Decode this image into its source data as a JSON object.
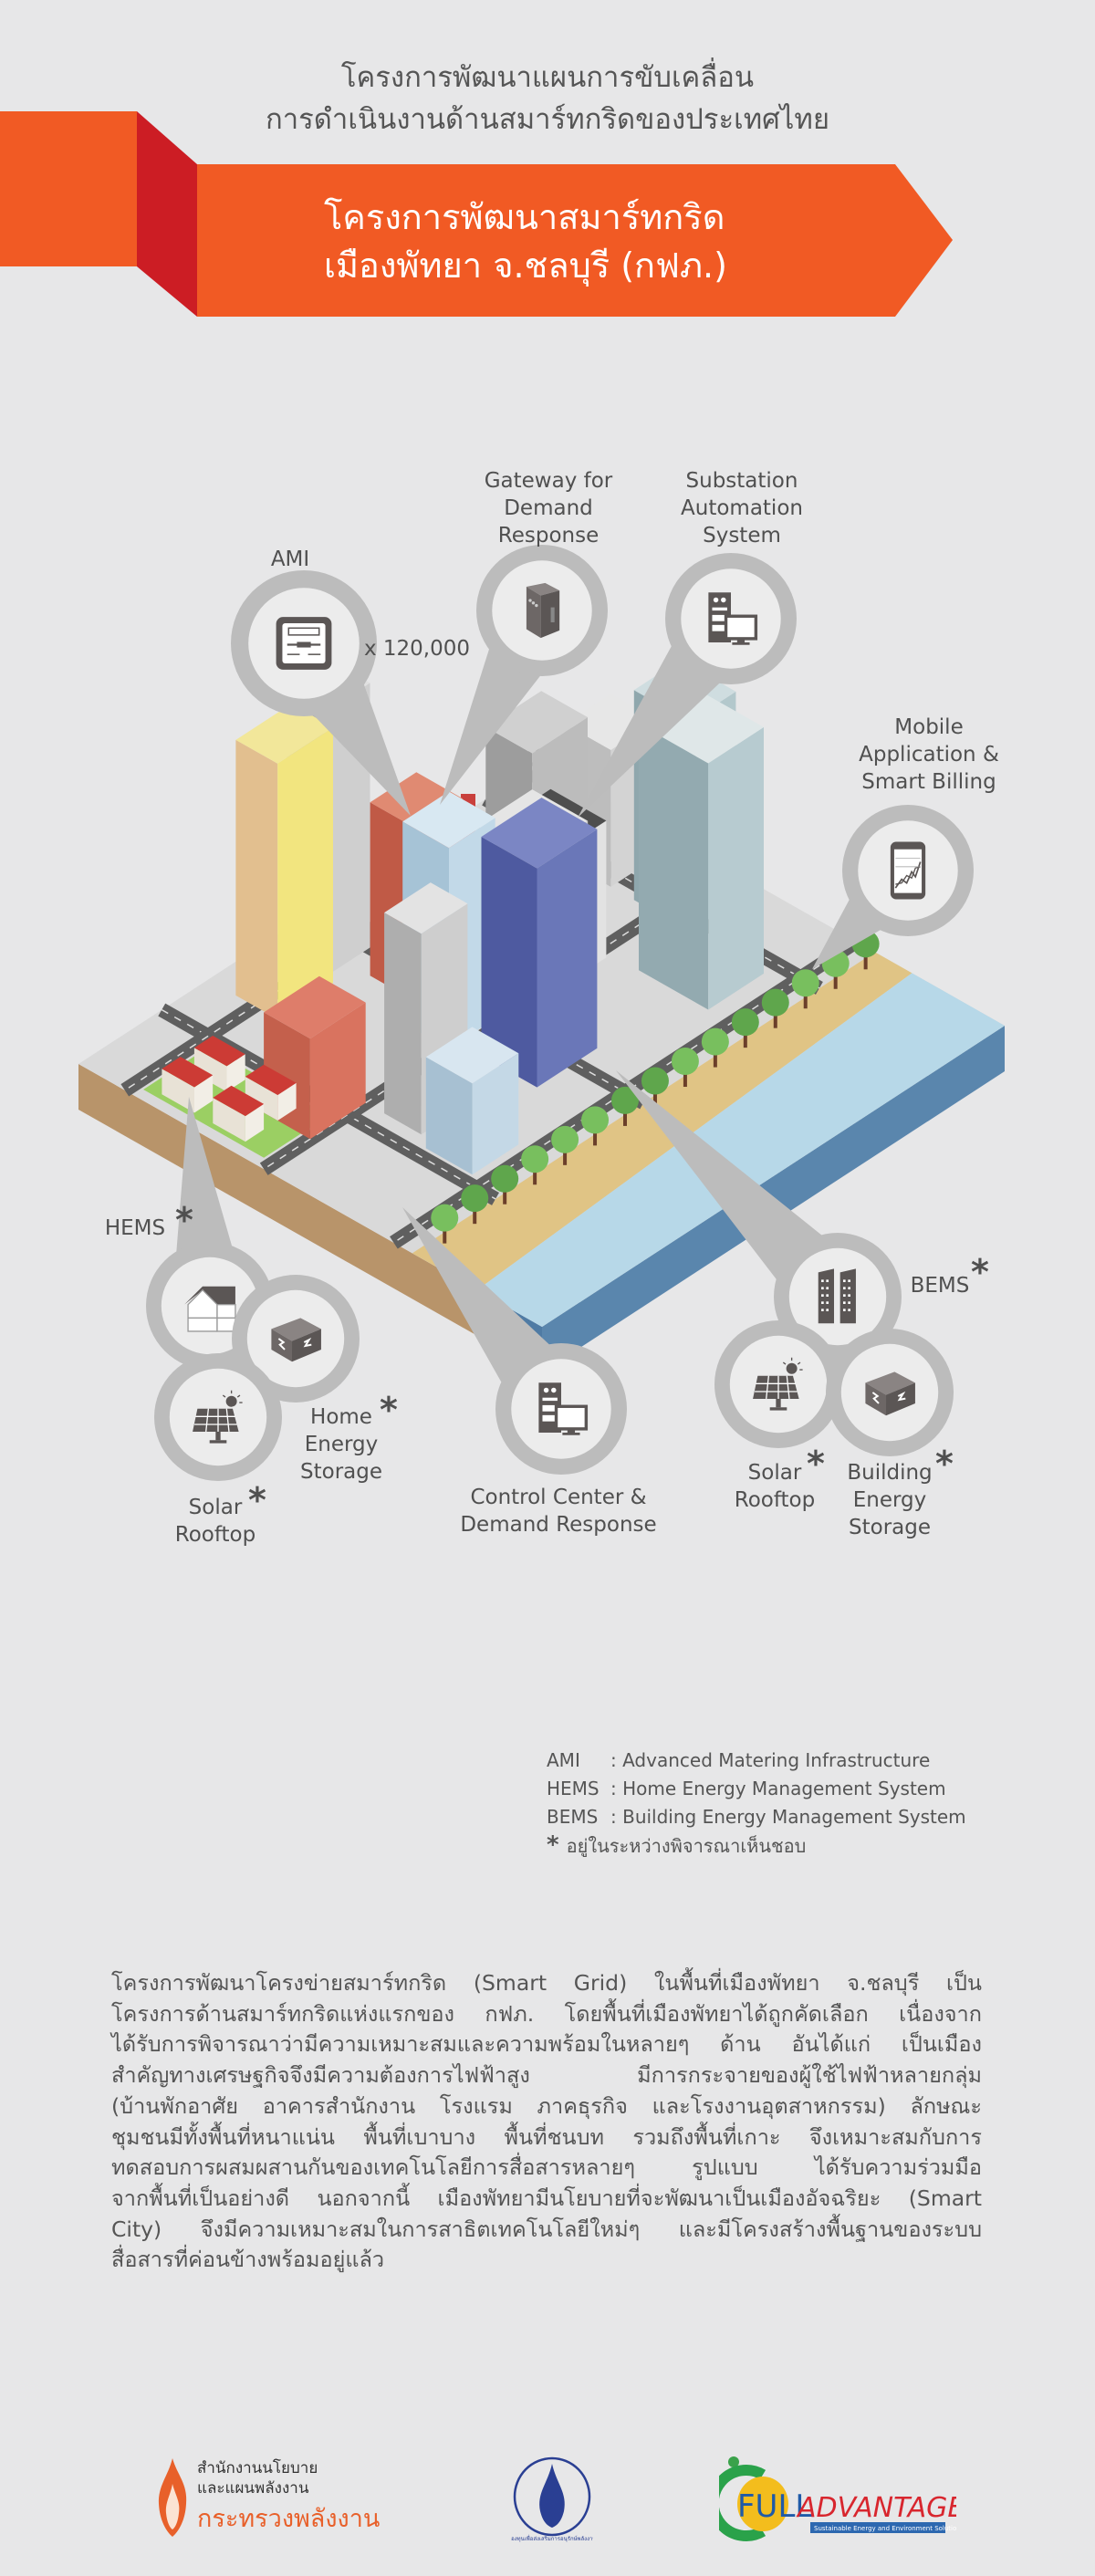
{
  "header": {
    "title_lines": [
      "โครงการพัฒนาแผนการขับเคลื่อน",
      "การดำเนินงานด้านสมาร์ทกริดของประเทศไทย"
    ],
    "banner_lines": [
      "โครงการพัฒนาสมาร์ทกริด",
      "เมืองพัทยา จ.ชลบุรี (กฟภ.)"
    ]
  },
  "colors": {
    "orange": "#f15a24",
    "red": "#cc1d24",
    "callout_gray": "#bcbcbc",
    "icon": "#5b5655"
  },
  "callouts": {
    "ami": {
      "label": "AMI",
      "count": "x 120,000",
      "icon": "electric-meter-icon"
    },
    "gateway": {
      "label_lines": [
        "Gateway for",
        "Demand",
        "Response"
      ],
      "icon": "gateway-cabinet-icon"
    },
    "substation": {
      "label_lines": [
        "Substation",
        "Automation",
        "System"
      ],
      "icon": "server-monitor-icon"
    },
    "mobile": {
      "label_lines": [
        "Mobile",
        "Application &",
        "Smart Billing"
      ],
      "icon": "smartphone-chart-icon"
    },
    "hems": {
      "label": "HEMS",
      "asterisk": "*",
      "icon": "house-icon"
    },
    "home_storage": {
      "label_lines": [
        "Home",
        "Energy",
        "Storage"
      ],
      "asterisk": "*",
      "icon": "battery-box-icon"
    },
    "home_solar": {
      "label_lines": [
        "Solar",
        "Rooftop"
      ],
      "asterisk": "*",
      "icon": "solar-panel-icon"
    },
    "control": {
      "label_lines": [
        "Control Center &",
        "Demand Response"
      ],
      "icon": "server-monitor-icon"
    },
    "bems": {
      "label": "BEMS",
      "asterisk": "*",
      "icon": "office-buildings-icon"
    },
    "building_solar": {
      "label_lines": [
        "Solar",
        "Rooftop"
      ],
      "asterisk": "*",
      "icon": "solar-panel-icon"
    },
    "building_storage": {
      "label_lines": [
        "Building",
        "Energy",
        "Storage"
      ],
      "asterisk": "*",
      "icon": "battery-box-icon"
    }
  },
  "legend": [
    {
      "abbr": "AMI",
      "text": ": Advanced Matering Infrastructure"
    },
    {
      "abbr": "HEMS",
      "text": ": Home Energy Management System"
    },
    {
      "abbr": "BEMS",
      "text": ": Building Energy Management System"
    }
  ],
  "legend_note": {
    "symbol": "*",
    "text": "อยู่ในระหว่างพิจารณาเห็นชอบ"
  },
  "body_lines": [
    "โครงการพัฒนาโครงข่ายสมาร์ทกริด (Smart Grid) ในพื้นที่เมืองพัทยา จ.ชลบุรี เป็น",
    "โครงการด้านสมาร์ทกริดแห่งแรกของ กฟภ. โดยพื้นที่เมืองพัทยาได้ถูกคัดเลือก เนื่องจาก",
    "ได้รับการพิจารณาว่ามีความเหมาะสมและความพร้อมในหลายๆ ด้าน อันได้แก่ เป็นเมือง",
    "สำคัญทางเศรษฐกิจจึงมีความต้องการไฟฟ้าสูง มีการกระจายของผู้ใช้ไฟฟ้าหลายกลุ่ม",
    "(บ้านพักอาศัย อาคารสำนักงาน โรงแรม ภาคธุรกิจ และโรงงานอุตสาหกรรม) ลักษณะ",
    "ชุมชนมีทั้งพื้นที่หนาแน่น พื้นที่เบาบาง พื้นที่ชนบท รวมถึงพื้นที่เกาะ จึงเหมาะสมกับการ",
    "ทดสอบการผสมผสานกันของเทคโนโลยีการสื่อสารหลายๆ รูปแบบ ได้รับความร่วมมือ",
    "จากพื้นที่เป็นอย่างดี นอกจากนี้ เมืองพัทยามีนโยบายที่จะพัฒนาเป็นเมืองอัจฉริยะ (Smart",
    "City) จึงมีความเหมาะสมในการสาธิตเทคโนโลยีใหม่ๆ และมีโครงสร้างพื้นฐานของระบบ",
    "สื่อสารที่ค่อนข้างพร้อมอยู่แล้ว"
  ],
  "logos": {
    "eppo": {
      "lines": [
        "สำนักงานนโยบาย",
        "และแผนพลังงาน"
      ],
      "ministry": "กระทรวงพลังงาน"
    },
    "fund": {
      "text": "กองทุนเพื่อส่งเสริมการอนุรักษ์พลังงาน"
    },
    "full_advantage": {
      "name_a": "FULL",
      "name_b": "ADVANTAGE",
      "tagline": "Sustainable Energy and Environment Solutions"
    }
  }
}
